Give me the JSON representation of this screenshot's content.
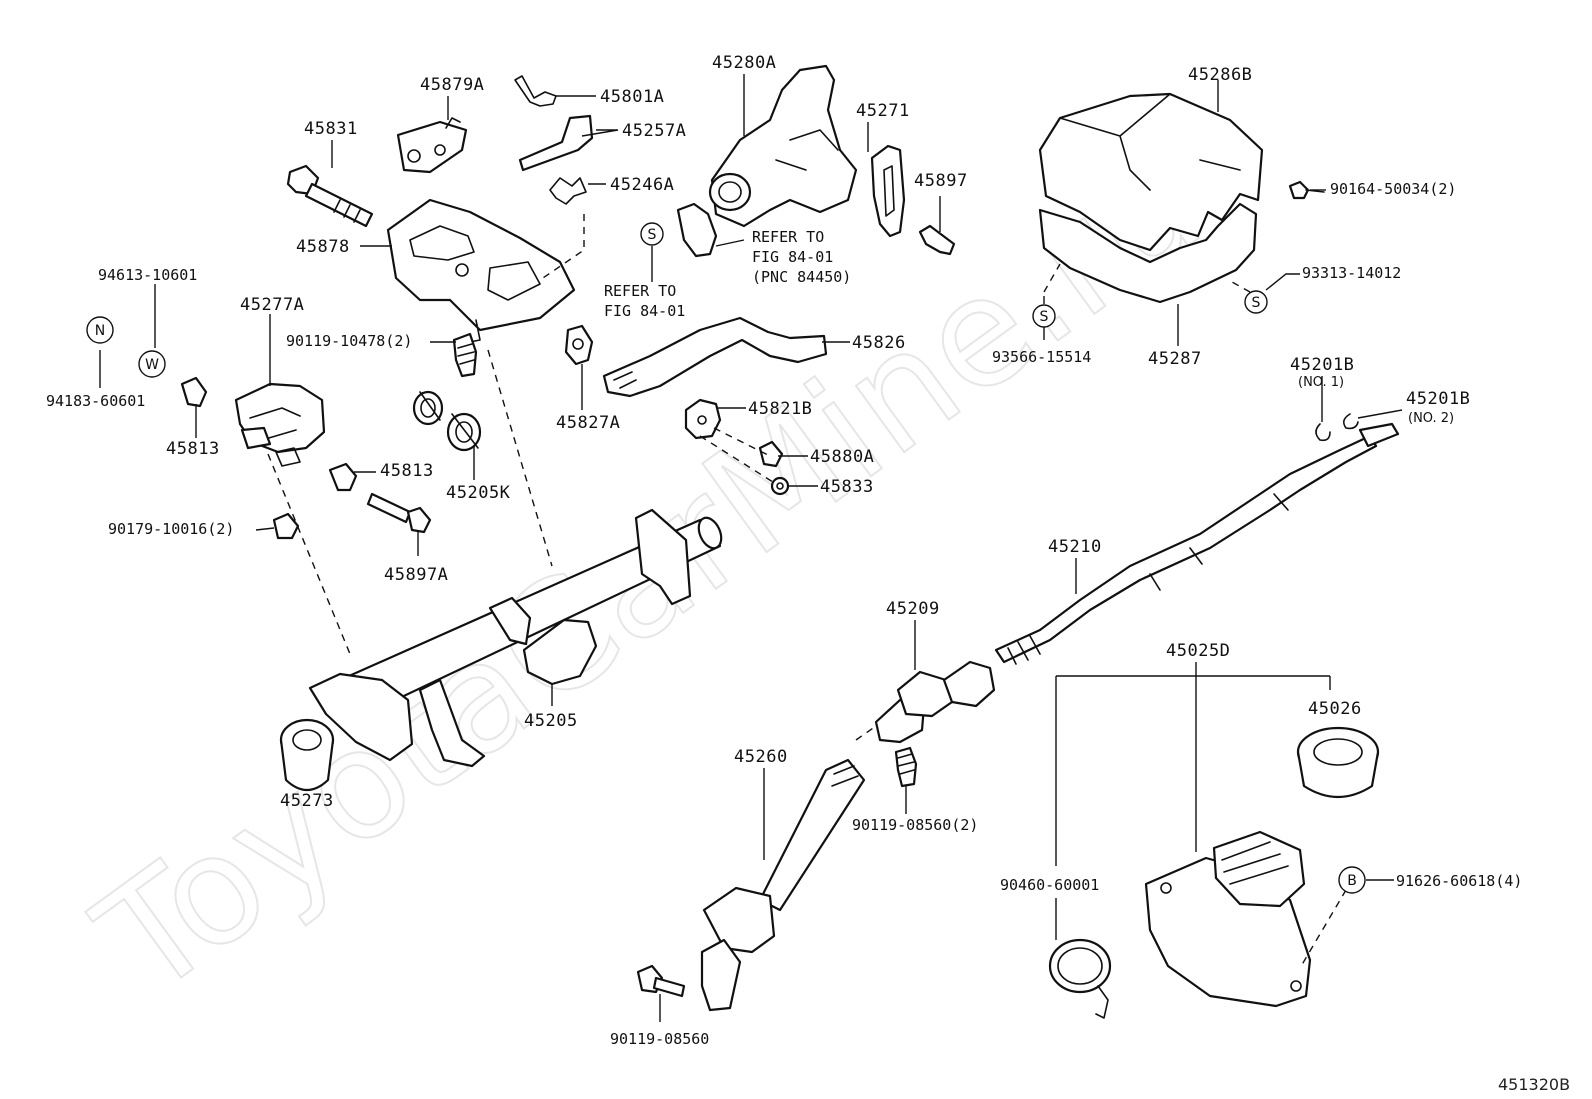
{
  "watermark": "ToyotaCarMine.ru",
  "diagram_code": "451320B",
  "labels": {
    "p45879A": "45879A",
    "p45801A": "45801A",
    "p45280A": "45280A",
    "p45286B": "45286B",
    "p45831": "45831",
    "p45257A": "45257A",
    "p45271": "45271",
    "p45897": "45897",
    "p45246A": "45246A",
    "p90164": "90164-50034(2)",
    "p45878": "45878",
    "refer1_l1": "REFER TO",
    "refer1_l2": "FIG 84-01",
    "refer1_l3": "(PNC 84450)",
    "p93313": "93313-14012",
    "p94613": "94613-10601",
    "refer2_l1": "REFER TO",
    "refer2_l2": "FIG 84-01",
    "p45277A": "45277A",
    "p90119_10478": "90119-10478(2)",
    "p45826": "45826",
    "p93566": "93566-15514",
    "p45287": "45287",
    "p45201B_1": "45201B",
    "p45201B_1_sub": "(NO. 1)",
    "p94183": "94183-60601",
    "p45827A": "45827A",
    "p45201B_2": "45201B",
    "p45201B_2_sub": "(NO. 2)",
    "p45813a": "45813",
    "p45821B": "45821B",
    "p45880A": "45880A",
    "p45813b": "45813",
    "p45833": "45833",
    "p45205K": "45205K",
    "p90179": "90179-10016(2)",
    "p45897A": "45897A",
    "p45210": "45210",
    "p45209": "45209",
    "p45025D": "45025D",
    "p45205": "45205",
    "p45026": "45026",
    "p45260": "45260",
    "p45273": "45273",
    "p90119_08560_2": "90119-08560(2)",
    "p90460": "90460-60001",
    "p91626": "91626-60618(4)",
    "p90119_08560": "90119-08560"
  },
  "symbols": {
    "n": "N",
    "w": "W",
    "s": "S",
    "b": "B"
  }
}
